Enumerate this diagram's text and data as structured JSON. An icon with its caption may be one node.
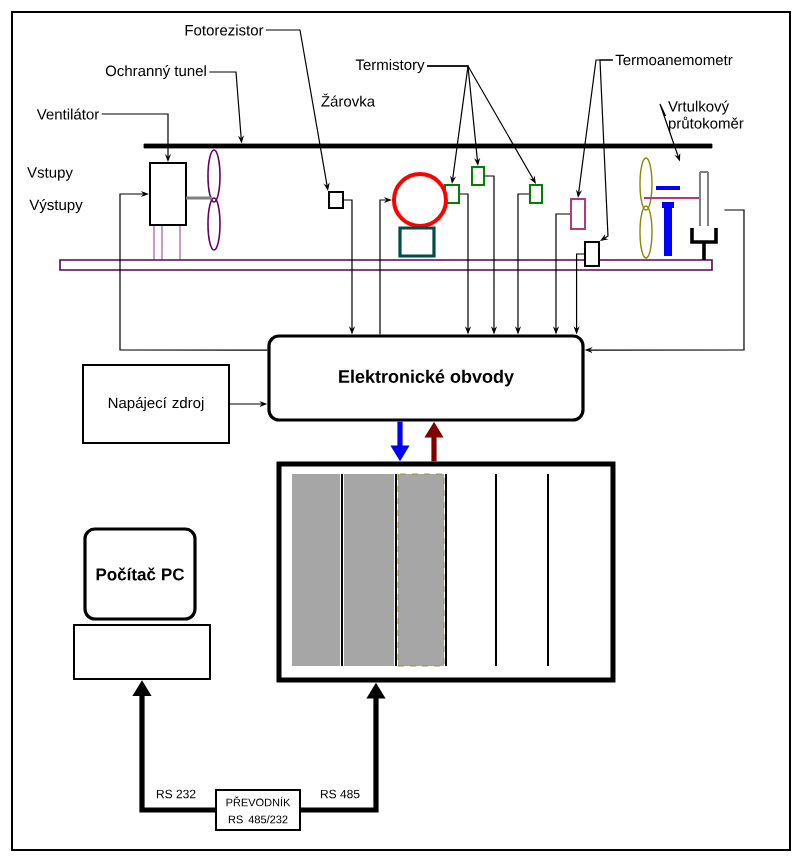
{
  "diagram": {
    "nodes": [
      {
        "text": [
          "Ochranný tunel"
        ]
      },
      {
        "text": [
          "Ventilátor"
        ]
      },
      {
        "text": [],
        "shape": "box"
      },
      {
        "text": [
          "Fotorezistor"
        ]
      },
      {
        "text": [],
        "shape": "box"
      },
      {
        "text": [
          "Termistory"
        ]
      },
      {
        "text": [],
        "shape": "box"
      },
      {
        "text": [],
        "shape": "box"
      },
      {
        "text": [],
        "shape": "box"
      },
      {
        "text": [],
        "shape": "circle"
      },
      {
        "text": [
          "Termoanemometr"
        ]
      },
      {
        "text": [],
        "shape": "box"
      },
      {
        "text": [],
        "shape": "box"
      },
      {
        "text": [
          "Vrtulkový průtokoměr"
        ]
      },
      {
        "text": [],
        "shape": "picture"
      },
      {
        "text": [
          "Elektronické obvody"
        ]
      },
      {
        "text": [
          "Napájecí zdroj"
        ]
      },
      {
        "text": [],
        "shape": "box"
      },
      {
        "text": [
          "Počítač PC"
        ]
      },
      {
        "text": [],
        "shape": "box"
      },
      {
        "text": [
          "PŘEVODNÍK RS 485/232"
        ]
      },
      {
        "text": [],
        "shape": "bar"
      }
    ],
    "edges": [
      {
        "from": 0,
        "to": 21,
        "arrow": "to"
      },
      {
        "from": 1,
        "to": 2,
        "arrow": "to"
      },
      {
        "from": 3,
        "to": 4,
        "arrow": "to"
      },
      {
        "from": 5,
        "to": 6,
        "arrow": "to"
      },
      {
        "from": 5,
        "to": 7,
        "arrow": "to"
      },
      {
        "from": 5,
        "to": 8,
        "arrow": "to"
      },
      {
        "from": 10,
        "to": 11,
        "arrow": "to"
      },
      {
        "from": 10,
        "to": 12,
        "arrow": "to"
      },
      {
        "from": 13,
        "to": 14,
        "arrow": "to"
      },
      {
        "from": 15,
        "to": 2,
        "arrow": "to"
      },
      {
        "from": 16,
        "to": 15,
        "arrow": "to"
      },
      {
        "from": 4,
        "to": 15,
        "arrow": "to"
      },
      {
        "from": 15,
        "to": 9,
        "arrow": "to"
      },
      {
        "from": 6,
        "to": 15,
        "arrow": "to"
      },
      {
        "from": 7,
        "to": 15,
        "arrow": "to"
      },
      {
        "from": 8,
        "to": 15,
        "arrow": "to"
      },
      {
        "from": 11,
        "to": 15,
        "arrow": "to"
      },
      {
        "from": 12,
        "to": 15,
        "arrow": "to"
      },
      {
        "from": 14,
        "to": 15,
        "arrow": "to"
      },
      {
        "from": 15,
        "to": 17,
        "arrow": "to",
        "color": "#0000ff",
        "style": "thick"
      },
      {
        "from": 17,
        "to": 15,
        "arrow": "to",
        "color": "#800000",
        "style": "thick"
      },
      {
        "from": 20,
        "to": 19,
        "arrow": "to",
        "label": "RS 232",
        "style": "thick"
      },
      {
        "from": 20,
        "to": 17,
        "arrow": "to",
        "label": "RS 485",
        "style": "thick"
      }
    ],
    "labels": [
      "Žárovka",
      "Vstupy",
      "Výstupy"
    ]
  }
}
